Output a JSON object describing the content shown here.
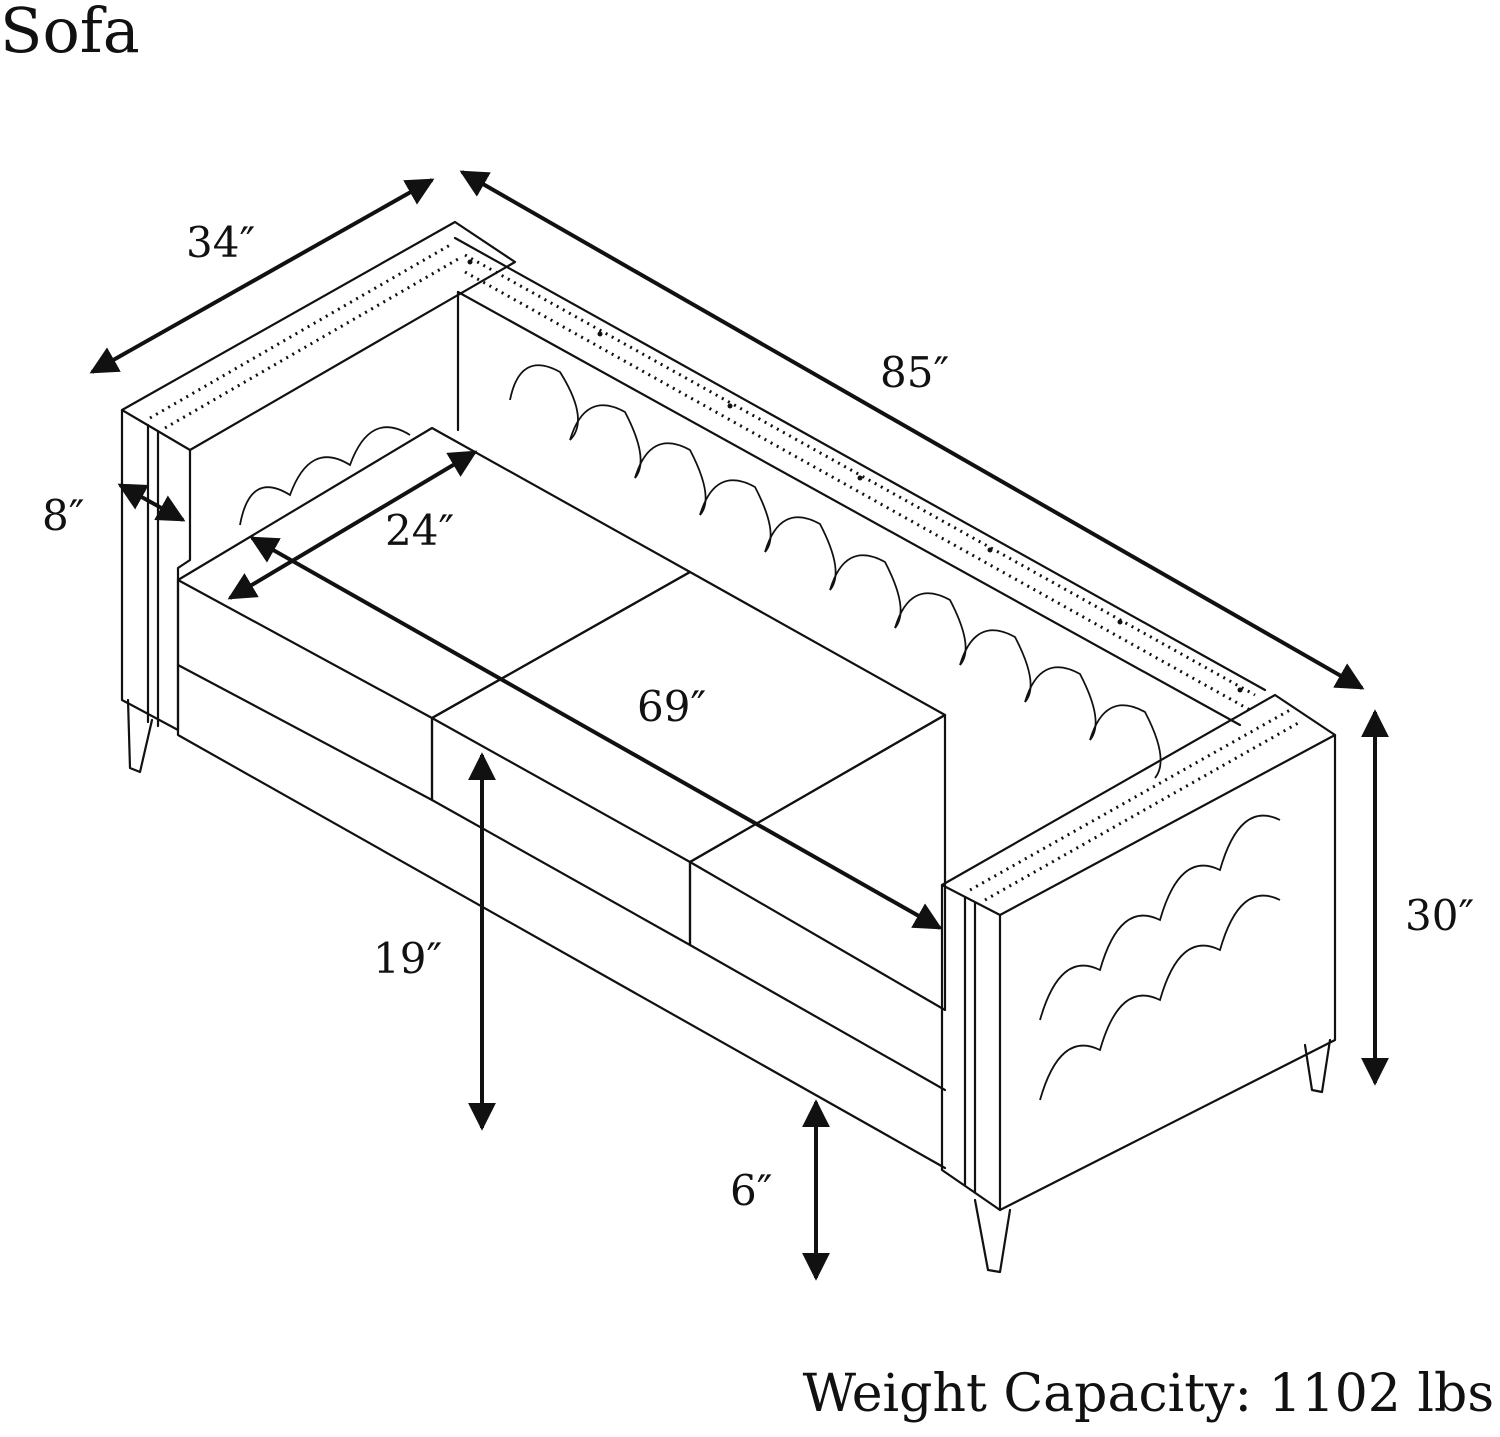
{
  "title": "Sofa",
  "dimensions": {
    "depth": "34″",
    "length": "85″",
    "arm_width": "8″",
    "seat_depth": "24″",
    "seat_width": "69″",
    "seat_height": "19″",
    "height": "30″",
    "leg_height": "6″"
  },
  "weight_capacity": "Weight Capacity: 1102 lbs",
  "colors": {
    "line": "#111111",
    "background": "#ffffff"
  }
}
